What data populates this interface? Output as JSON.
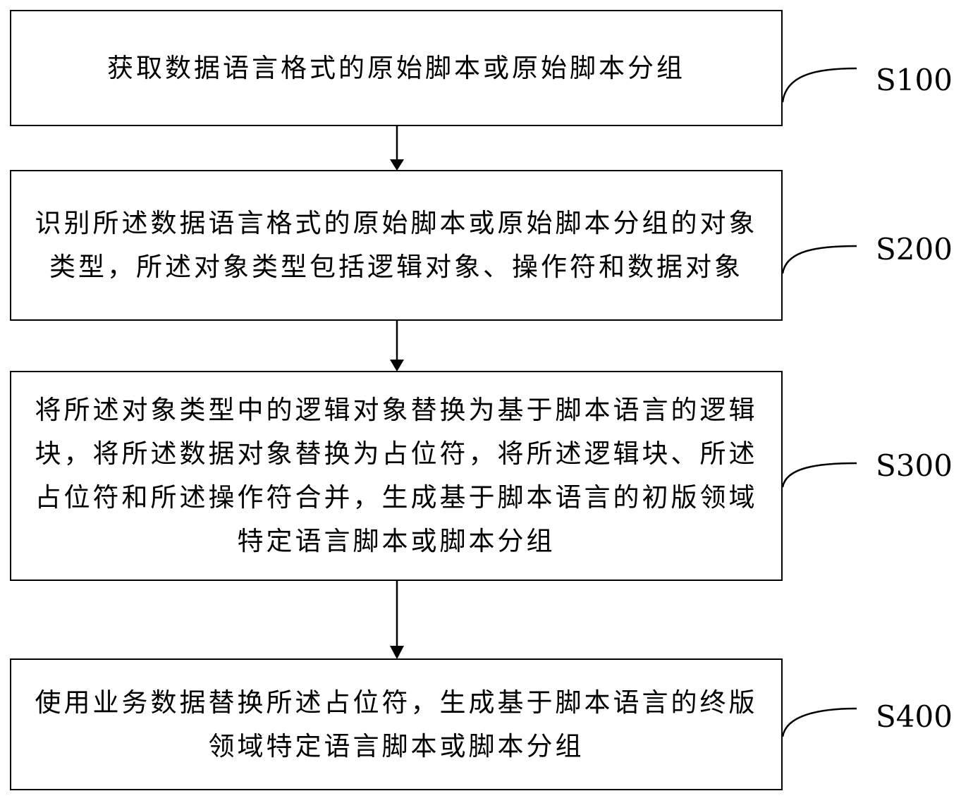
{
  "steps": [
    {
      "id": "S100",
      "label": "S100",
      "text": "获取数据语言格式的原始脚本或原始脚本分组"
    },
    {
      "id": "S200",
      "label": "S200",
      "text": "识别所述数据语言格式的原始脚本或原始脚本分组的对象类型，所述对象类型包括逻辑对象、操作符和数据对象"
    },
    {
      "id": "S300",
      "label": "S300",
      "text": "将所述对象类型中的逻辑对象替换为基于脚本语言的逻辑块，将所述数据对象替换为占位符，将所述逻辑块、所述占位符和所述操作符合并，生成基于脚本语言的初版领域特定语言脚本或脚本分组"
    },
    {
      "id": "S400",
      "label": "S400",
      "text": "使用业务数据替换所述占位符，生成基于脚本语言的终版领域特定语言脚本或脚本分组"
    }
  ],
  "colors": {
    "line": "#000000",
    "background": "#ffffff"
  }
}
